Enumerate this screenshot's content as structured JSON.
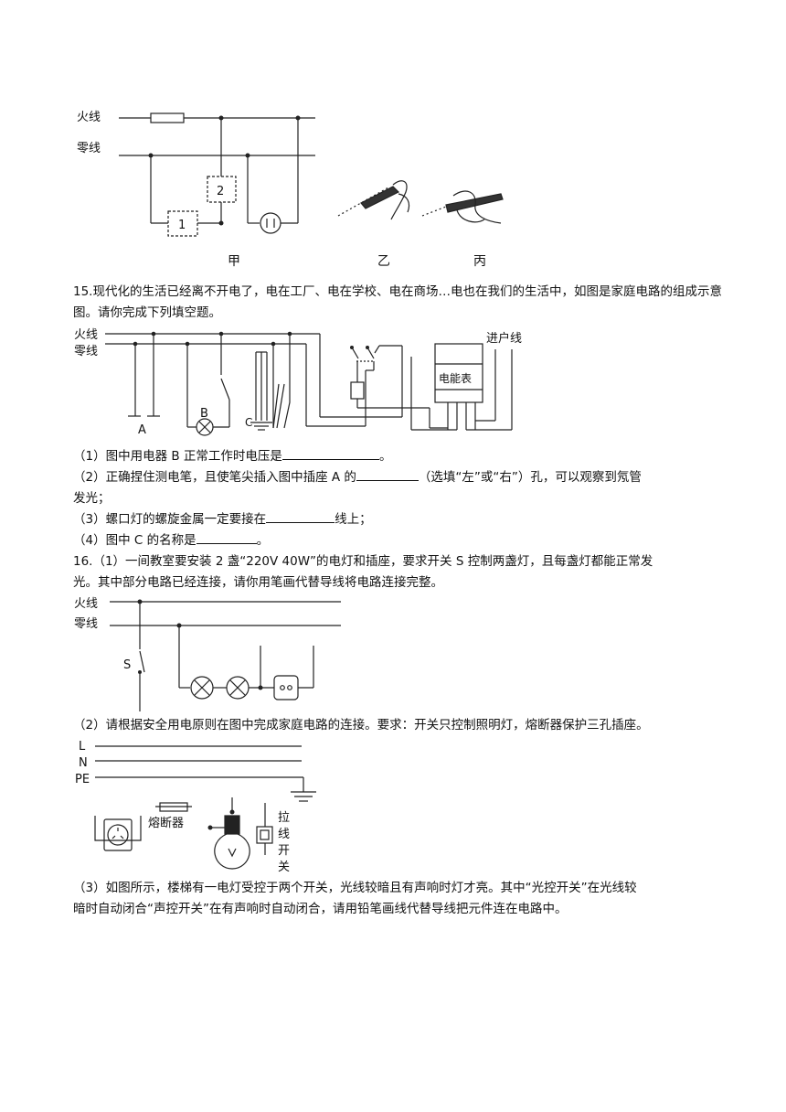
{
  "fig14": {
    "live": "火线",
    "neutral": "零线",
    "box1": "1",
    "box2": "2",
    "label_jia": "甲",
    "label_yi": "乙",
    "label_bing": "丙"
  },
  "q15": {
    "intro": "15.现代化的生活已经离不开电了，电在工厂、电在学校、电在商场…电也在我们的生活中，如图是家庭电路的组成示意图。请你完成下列填空题。",
    "diagram": {
      "live": "火线",
      "neutral": "零线",
      "entry": "进户线",
      "meter": "电能表",
      "label_a": "A",
      "label_b": "B",
      "label_c": "C"
    },
    "p1_before": "（1）图中用电器 B 正常工作时电压是",
    "p1_after": "。",
    "p2_before": "（2）正确捏住测电笔，且使笔尖插入图中插座 A 的",
    "p2_after": "（选填“左”或“右”）孔，可以观察到氖管",
    "p2_line2": "发光；",
    "p3_before": "（3）螺口灯的螺旋金属一定要接在",
    "p3_after": "线上；",
    "p4_before": "（4）图中 C 的名称是",
    "p4_after": "。"
  },
  "q16": {
    "p1_line1": "16.（1）一间教室要安装 2 盏“220V 40W”的电灯和插座，要求开关 S 控制两盏灯，且每盏灯都能正常发",
    "p1_line2": "光。其中部分电路已经连接，请你用笔画代替导线将电路连接完整。",
    "diagram1": {
      "live": "火线",
      "neutral": "零线",
      "switch": "S"
    },
    "p2": "（2）请根据安全用电原则在图中完成家庭电路的连接。要求：开关只控制照明灯，熔断器保护三孔插座。",
    "diagram2": {
      "l": "L",
      "n": "N",
      "pe": "PE",
      "fuse": "熔断器",
      "pull_switch": [
        "拉",
        "线",
        "开",
        "关"
      ]
    },
    "p3_line1": "（3）如图所示，楼梯有一电灯受控于两个开关，光线较暗且有声响时灯才亮。其中“光控开关”在光线较",
    "p3_line2": "暗时自动闭合“声控开关”在有声响时自动闭合，请用铅笔画线代替导线把元件连在电路中。"
  }
}
